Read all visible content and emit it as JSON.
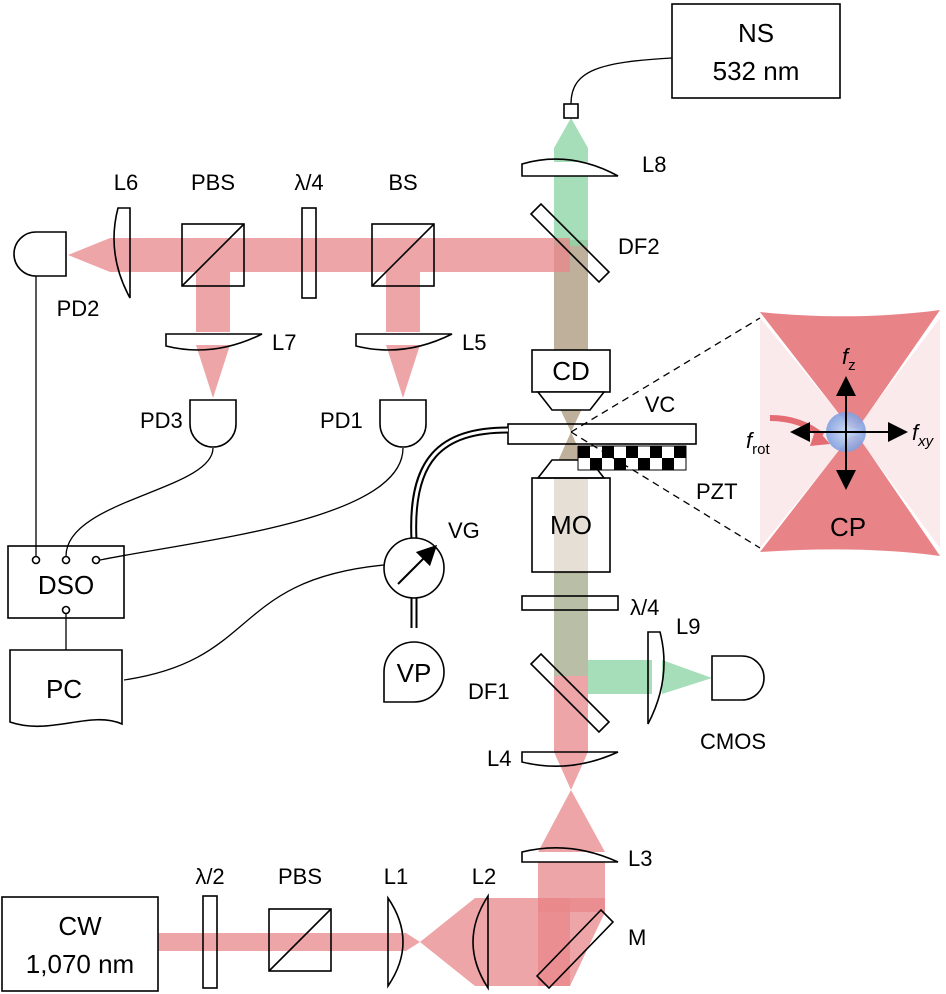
{
  "colors": {
    "ir_beam": "#e8878a",
    "green_beam": "#8ed6a6",
    "particle": "#9fb8e6",
    "cone": "#e46d73"
  },
  "sources": {
    "cw_line1": "CW",
    "cw_line2": "1,070 nm",
    "ns_line1": "NS",
    "ns_line2": "532 nm"
  },
  "optics": {
    "l1": "L1",
    "l2": "L2",
    "l3": "L3",
    "l4": "L4",
    "l5": "L5",
    "l6": "L6",
    "l7": "L7",
    "l8": "L8",
    "l9": "L9",
    "half_wave": "λ/2",
    "quarter_wave_top": "λ/4",
    "quarter_wave_bottom": "λ/4",
    "pbs_bottom": "PBS",
    "pbs_top": "PBS",
    "bs": "BS",
    "mirror": "M",
    "df1": "DF1",
    "df2": "DF2",
    "cd": "CD",
    "mo": "MO",
    "vc": "VC",
    "pzt": "PZT"
  },
  "detectors": {
    "pd1": "PD1",
    "pd2": "PD2",
    "pd3": "PD3",
    "cmos": "CMOS",
    "dso": "DSO",
    "pc": "PC"
  },
  "vacuum": {
    "gauge": "VG",
    "pump": "VP"
  },
  "inset": {
    "fz_main": "f",
    "fz_sub": "z",
    "fxy_main": "f",
    "fxy_sub": "xy",
    "frot_main": "f",
    "frot_sub": "rot",
    "cp": "CP"
  }
}
